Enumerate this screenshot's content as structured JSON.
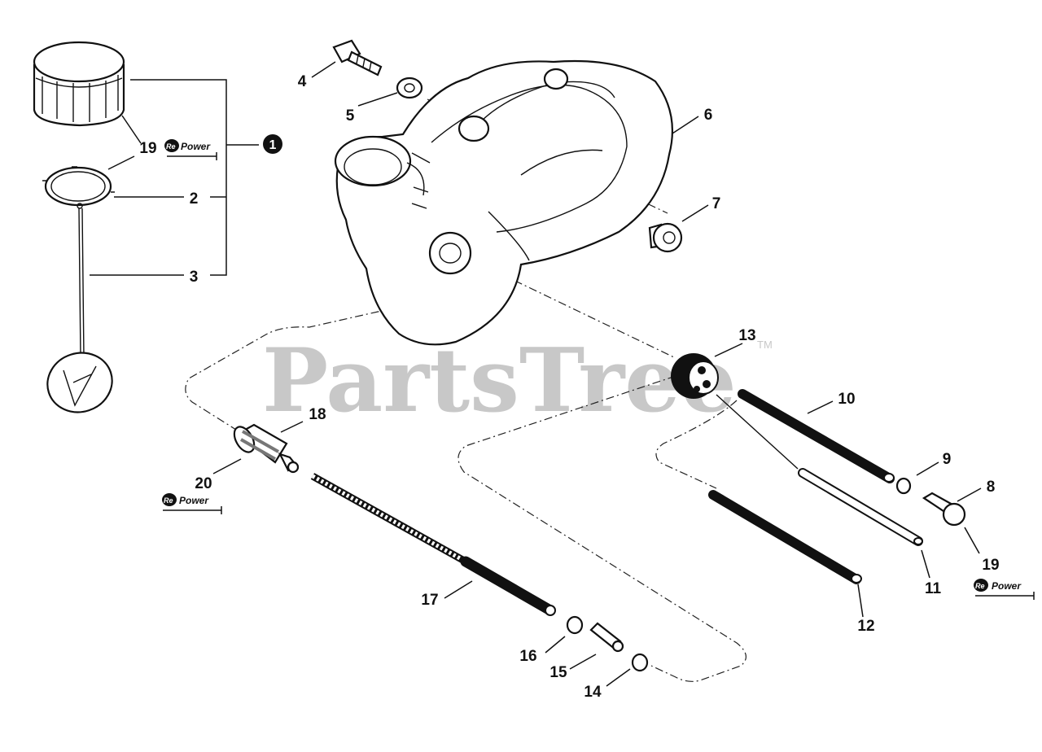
{
  "watermark": {
    "text": "PartsTree",
    "mark": "TM"
  },
  "repower": {
    "re": "Re",
    "power": "Power"
  },
  "callouts": {
    "c1": "1",
    "c2": "2",
    "c3": "3",
    "c4": "4",
    "c5": "5",
    "c6": "6",
    "c7": "7",
    "c8": "8",
    "c9": "9",
    "c10": "10",
    "c11": "11",
    "c12": "12",
    "c13": "13",
    "c14": "14",
    "c15": "15",
    "c16": "16",
    "c17": "17",
    "c18": "18",
    "c19a": "19",
    "c19b": "19",
    "c20": "20"
  },
  "colors": {
    "ink": "#111111",
    "watermark": "#c8c8c8",
    "background": "#ffffff"
  }
}
